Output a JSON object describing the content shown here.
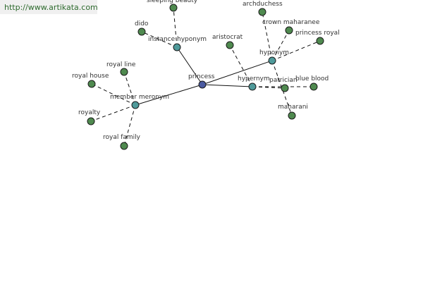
{
  "header": {
    "url": "http://www.artikata.com"
  },
  "colors": {
    "root": "#4a5aa0",
    "relation": "#4f9a9a",
    "leaf": "#4f8a4f",
    "edge": "#111111"
  },
  "graph": {
    "nodes": [
      {
        "id": "princess",
        "label": "princess",
        "kind": "root"
      },
      {
        "id": "instance-hyponym",
        "label": "instance hyponym",
        "kind": "relation"
      },
      {
        "id": "hyponym",
        "label": "hyponym",
        "kind": "relation"
      },
      {
        "id": "hypernym",
        "label": "hypernym",
        "kind": "relation"
      },
      {
        "id": "member-meronym",
        "label": "member meronym",
        "kind": "relation"
      },
      {
        "id": "sleeping-beauty",
        "label": "sleeping beauty",
        "kind": "leaf"
      },
      {
        "id": "dido",
        "label": "dido",
        "kind": "leaf"
      },
      {
        "id": "archduchess",
        "label": "archduchess",
        "kind": "leaf"
      },
      {
        "id": "crown-maharanee",
        "label": "crown maharanee",
        "kind": "leaf"
      },
      {
        "id": "princess-royal",
        "label": "princess royal",
        "kind": "leaf"
      },
      {
        "id": "aristocrat",
        "label": "aristocrat",
        "kind": "leaf"
      },
      {
        "id": "patrician",
        "label": "patrician",
        "kind": "leaf"
      },
      {
        "id": "blue-blood",
        "label": "blue blood",
        "kind": "leaf"
      },
      {
        "id": "maharani",
        "label": "maharani",
        "kind": "leaf"
      },
      {
        "id": "royal-line",
        "label": "royal line",
        "kind": "leaf"
      },
      {
        "id": "royal-house",
        "label": "royal house",
        "kind": "leaf"
      },
      {
        "id": "royalty",
        "label": "royalty",
        "kind": "leaf"
      },
      {
        "id": "royal-family",
        "label": "royal family",
        "kind": "leaf"
      }
    ],
    "edges": [
      {
        "from": "princess",
        "to": "instance-hyponym",
        "style": "solid"
      },
      {
        "from": "princess",
        "to": "hyponym",
        "style": "solid"
      },
      {
        "from": "princess",
        "to": "hypernym",
        "style": "solid"
      },
      {
        "from": "princess",
        "to": "member-meronym",
        "style": "solid"
      },
      {
        "from": "instance-hyponym",
        "to": "sleeping-beauty",
        "style": "dashed"
      },
      {
        "from": "instance-hyponym",
        "to": "dido",
        "style": "dashed"
      },
      {
        "from": "hyponym",
        "to": "archduchess",
        "style": "dashed"
      },
      {
        "from": "hyponym",
        "to": "crown-maharanee",
        "style": "dashed"
      },
      {
        "from": "hyponym",
        "to": "princess-royal",
        "style": "dashed"
      },
      {
        "from": "hyponym",
        "to": "maharani",
        "style": "dashed"
      },
      {
        "from": "hypernym",
        "to": "aristocrat",
        "style": "dashed"
      },
      {
        "from": "hypernym",
        "to": "patrician",
        "style": "dashed"
      },
      {
        "from": "hypernym",
        "to": "blue-blood",
        "style": "dashed"
      },
      {
        "from": "member-meronym",
        "to": "royal-line",
        "style": "dashed"
      },
      {
        "from": "member-meronym",
        "to": "royal-house",
        "style": "dashed"
      },
      {
        "from": "member-meronym",
        "to": "royalty",
        "style": "dashed"
      },
      {
        "from": "member-meronym",
        "to": "royal-family",
        "style": "dashed"
      }
    ]
  }
}
